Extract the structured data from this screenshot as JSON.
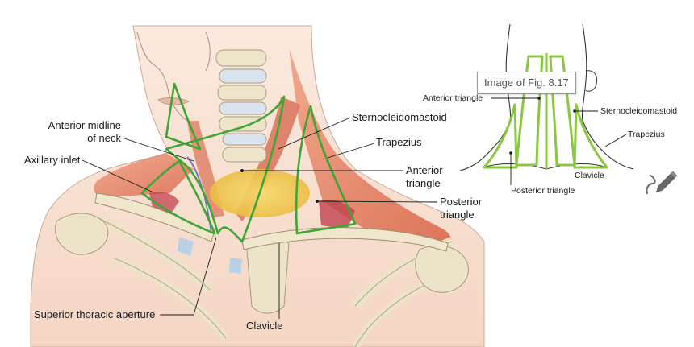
{
  "main_labels": {
    "anterior_midline_1": "Anterior midline",
    "anterior_midline_2": "of neck",
    "axillary_inlet": "Axillary inlet",
    "superior_thoracic_aperture": "Superior thoracic aperture",
    "sternocleidomastoid": "Sternocleidomastoid",
    "trapezius": "Trapezius",
    "anterior_triangle_1": "Anterior",
    "anterior_triangle_2": "triangle",
    "posterior_triangle_1": "Posterior",
    "posterior_triangle_2": "triangle",
    "clavicle": "Clavicle"
  },
  "inset_labels": {
    "anterior_triangle": "Anterior triangle",
    "sternocleidomastoid": "Sternocleidomastoid",
    "trapezius": "Trapezius",
    "clavicle": "Clavicle",
    "posterior_triangle": "Posterior triangle"
  },
  "tooltip": {
    "text": "Image of Fig. 8.17"
  },
  "icons": {
    "edit": "pencil-edit-icon"
  },
  "colors": {
    "triangle_outline": "#3fa535",
    "inset_outline": "#8bc640",
    "muscle": "#e8896a",
    "skin": "#f6ddcf",
    "bone": "#ece2c6",
    "thyroid": "#f1cc4f"
  }
}
